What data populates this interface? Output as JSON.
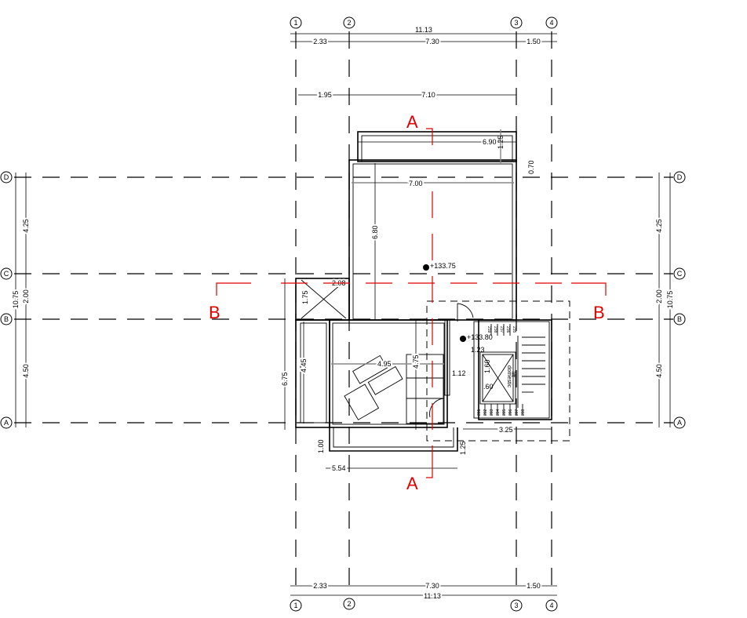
{
  "grid": {
    "columns": [
      "1",
      "2",
      "3",
      "4"
    ],
    "rows": [
      "D",
      "C",
      "B",
      "A"
    ]
  },
  "dimensions": {
    "top_total": "11.13",
    "top_spans": [
      "2.33",
      "7.30",
      "1.50"
    ],
    "inner_spans": [
      "1.95",
      "7.10"
    ],
    "bottom_total": "11.13",
    "bottom_spans": [
      "2.33",
      "7.30",
      "1.50"
    ],
    "left_spans": [
      "4.25",
      "2.00",
      "4.50"
    ],
    "left_total": "10.75",
    "right_spans": [
      "4.25",
      "2.00",
      "4.50"
    ],
    "right_total": "10.75",
    "terrace_width": "6.90",
    "terrace_depth": "1.25",
    "terrace_offset": "0.70",
    "room_width": "7.00",
    "room_depth": "6.80",
    "void_width": "2.08",
    "void_depth": "1.75",
    "side_depth": "4.45",
    "overall_depth": "6.75",
    "bedroom_width": "4.95",
    "bedroom_depth": "4.75",
    "corridor": "1.12",
    "landing": "1.23",
    "lift_depth": "1.60",
    "lift_width": ".60",
    "stair_width": "3.25",
    "balcony_depth": "1.00",
    "balcony_step": "1.25",
    "balcony_width": "5.54"
  },
  "levels": {
    "upper": "+133.75",
    "stair": "+133.80"
  },
  "sections": {
    "a": "A",
    "b": "B"
  },
  "labels": {
    "lift": "lift",
    "lift_type": "domestic"
  },
  "stair_steps_top": [
    "239",
    "238",
    "237",
    "236",
    "235"
  ],
  "stair_steps_bottom": [
    "201",
    "202",
    "203",
    "204",
    "205",
    "206",
    "207",
    "208"
  ]
}
